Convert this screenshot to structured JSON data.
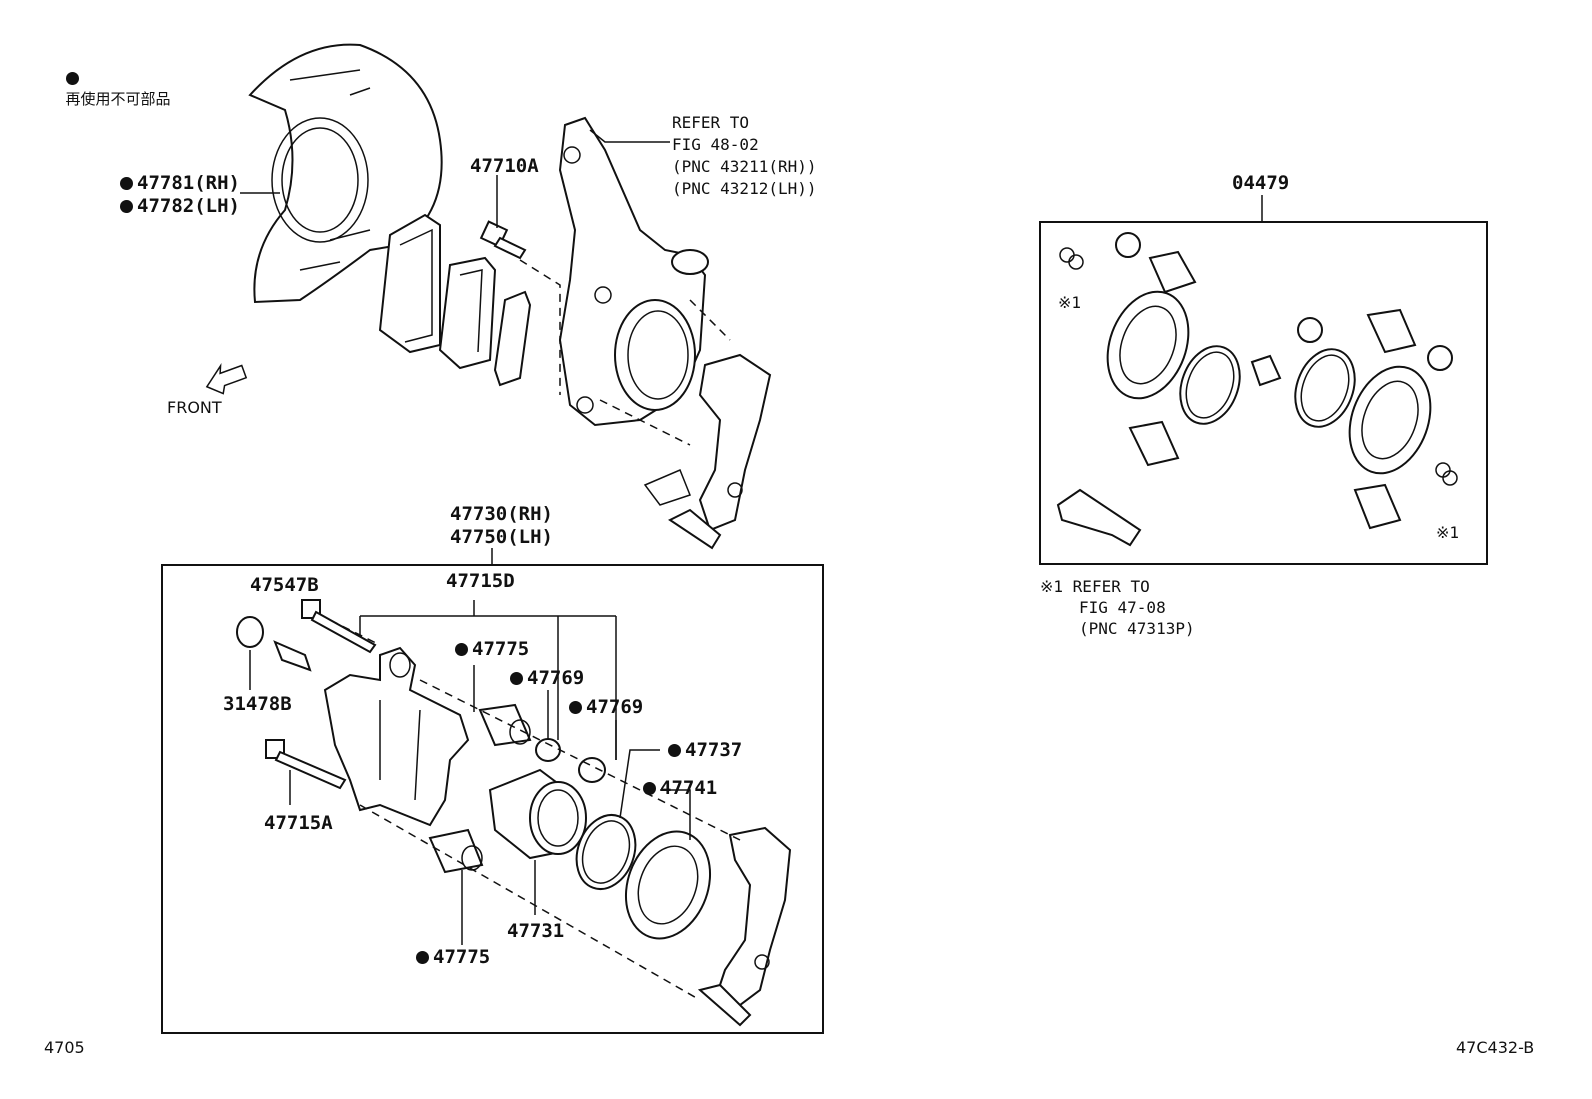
{
  "legend": {
    "text": "再使用不可部品"
  },
  "front_label": "FRONT",
  "refer_note_1": [
    "REFER TO",
    "FIG 48-02",
    "(PNC 43211(RH))",
    "(PNC 43212(LH))"
  ],
  "refer_note_2": [
    "※1 REFER TO",
    "FIG 47-08",
    "(PNC 47313P)"
  ],
  "parts": {
    "p47781": "47781(RH)",
    "p47782": "47782(LH)",
    "p47710A": "47710A",
    "p47730": "47730(RH)",
    "p47750": "47750(LH)",
    "p47715D": "47715D",
    "p47547B": "47547B",
    "p31478B": "31478B",
    "p47715A": "47715A",
    "p47775a": "47775",
    "p47769a": "47769",
    "p47769b": "47769",
    "p47737": "47737",
    "p47741": "47741",
    "p47731": "47731",
    "p47775b": "47775",
    "p04479": "04479",
    "note_ref_a": "※1",
    "note_ref_b": "※1"
  },
  "footer": {
    "left_code": "4705",
    "right_code": "47C432-B"
  }
}
